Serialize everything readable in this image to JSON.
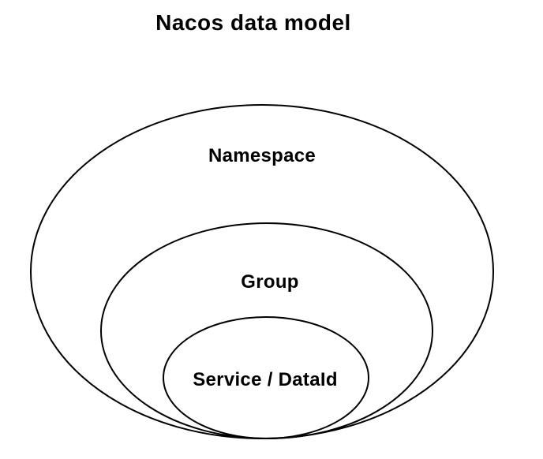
{
  "title": "Nacos data model",
  "diagram": {
    "type": "nested-ellipses",
    "rings": [
      {
        "name": "namespace",
        "label": "Namespace"
      },
      {
        "name": "group",
        "label": "Group"
      },
      {
        "name": "service-dataid",
        "label": "Service / DataId"
      }
    ]
  },
  "colors": {
    "background": "#ffffff",
    "stroke": "#000000",
    "text": "#000000"
  }
}
